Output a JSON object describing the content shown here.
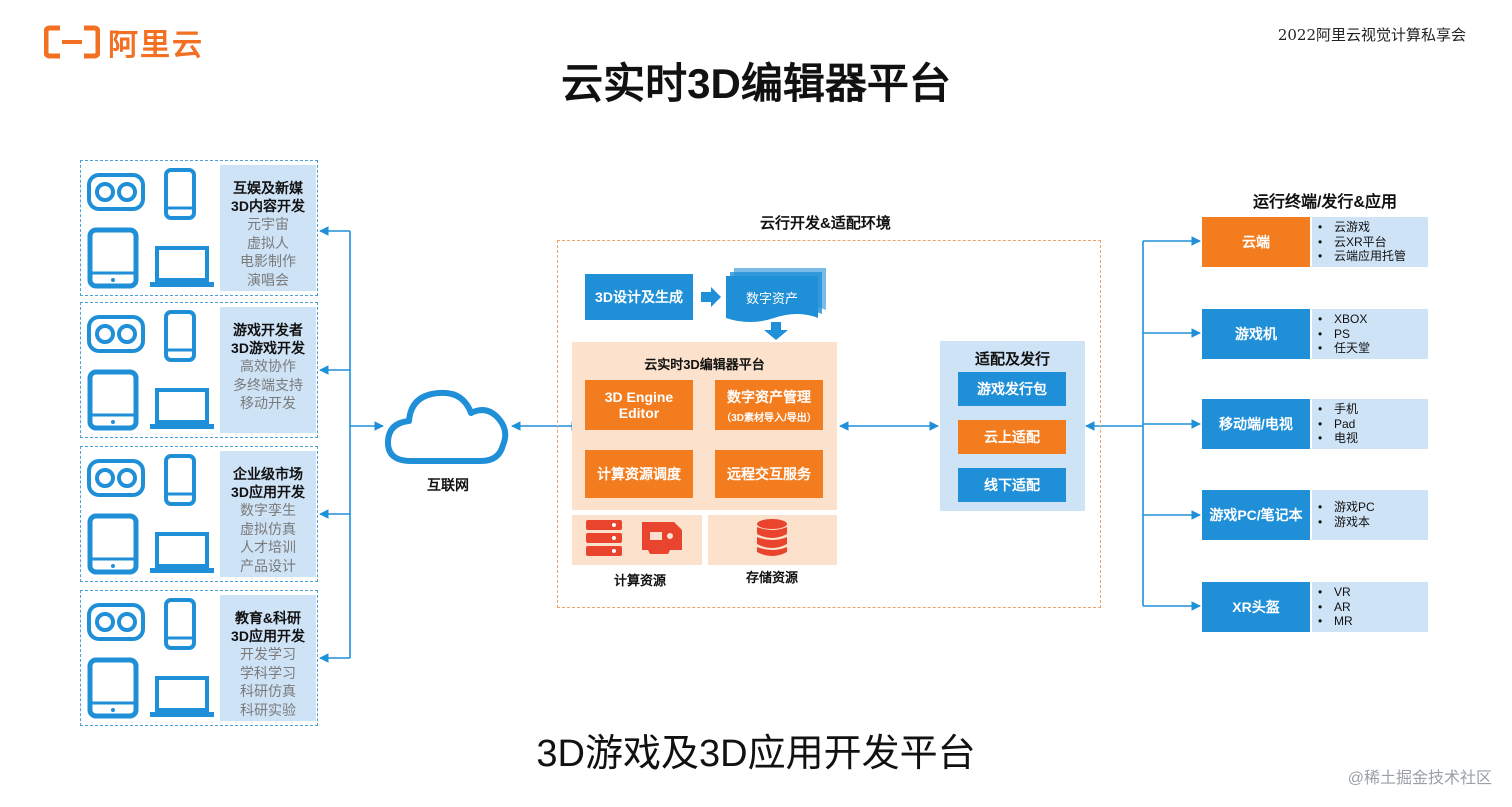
{
  "header": {
    "logo_text": "阿里云",
    "event": "2022阿里云视觉计算私享会",
    "title": "云实时3D编辑器平台"
  },
  "footer": {
    "subtitle": "3D游戏及3D应用开发平台",
    "watermark": "@稀土掘金技术社区"
  },
  "left_panels": [
    {
      "heading1": "互娱及新媒",
      "heading2": "3D内容开发",
      "items": [
        "元宇宙",
        "虚拟人",
        "电影制作",
        "演唱会"
      ]
    },
    {
      "heading1": "游戏开发者",
      "heading2": "3D游戏开发",
      "items": [
        "高效协作",
        "多终端支持",
        "移动开发"
      ]
    },
    {
      "heading1": "企业级市场",
      "heading2": "3D应用开发",
      "items": [
        "数字孪生",
        "虚拟仿真",
        "人才培训",
        "产品设计"
      ]
    },
    {
      "heading1": "教育&科研",
      "heading2": "3D应用开发",
      "items": [
        "开发学习",
        "学科学习",
        "科研仿真",
        "科研实验"
      ]
    }
  ],
  "internet": {
    "label": "互联网"
  },
  "center": {
    "env_label": "云行开发&适配环境",
    "design": "3D设计及生成",
    "digital_assets": "数字资产",
    "platform_title": "云实时3D编辑器平台",
    "engine_line1": "3D Engine",
    "engine_line2": "Editor",
    "asset_mgmt": "数字资产管理",
    "asset_mgmt_sub": "（3D素材导入/导出）",
    "scheduling": "计算资源调度",
    "remote": "远程交互服务",
    "compute": "计算资源",
    "storage": "存储资源",
    "adapt_title": "适配及发行",
    "adapt_items": [
      "游戏发行包",
      "云上适配",
      "线下适配"
    ]
  },
  "right": {
    "title": "运行终端/发行&应用",
    "targets": [
      {
        "label": "云端",
        "items": [
          "云游戏",
          "云XR平台",
          "云端应用托管"
        ]
      },
      {
        "label": "游戏机",
        "items": [
          "XBOX",
          "PS",
          "任天堂"
        ]
      },
      {
        "label": "移动端/电视",
        "items": [
          "手机",
          "Pad",
          "电视"
        ]
      },
      {
        "label": "游戏PC/笔记本",
        "items": [
          "游戏PC",
          "游戏本"
        ]
      },
      {
        "label": "XR头盔",
        "items": [
          "VR",
          "AR",
          "MR"
        ]
      }
    ]
  },
  "colors": {
    "brand_orange": "#f37022",
    "accent_blue": "#1f8fd8",
    "light_blue": "#cfe3f7",
    "peach": "#fce2cc"
  }
}
